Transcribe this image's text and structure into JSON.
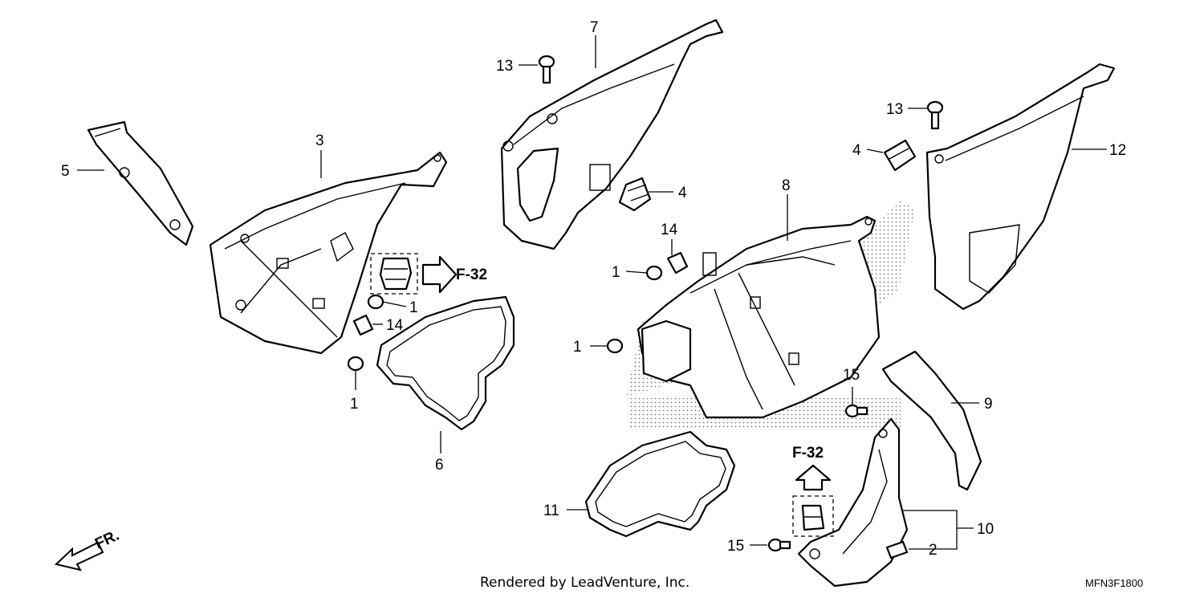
{
  "callouts": {
    "c1a": "1",
    "c1b": "1",
    "c1c": "1",
    "c1d": "1",
    "c2": "2",
    "c3": "3",
    "c4a": "4",
    "c4b": "4",
    "c5": "5",
    "c6": "6",
    "c7": "7",
    "c8": "8",
    "c9": "9",
    "c10": "10",
    "c11": "11",
    "c12": "12",
    "c13a": "13",
    "c13b": "13",
    "c14a": "14",
    "c14b": "14",
    "c15a": "15",
    "c15b": "15"
  },
  "refs": {
    "ref_a": "F-32",
    "ref_b": "F-32"
  },
  "direction_label": "FR.",
  "credit": "Rendered by LeadVenture, Inc.",
  "diagram_code": "MFN3F1800"
}
